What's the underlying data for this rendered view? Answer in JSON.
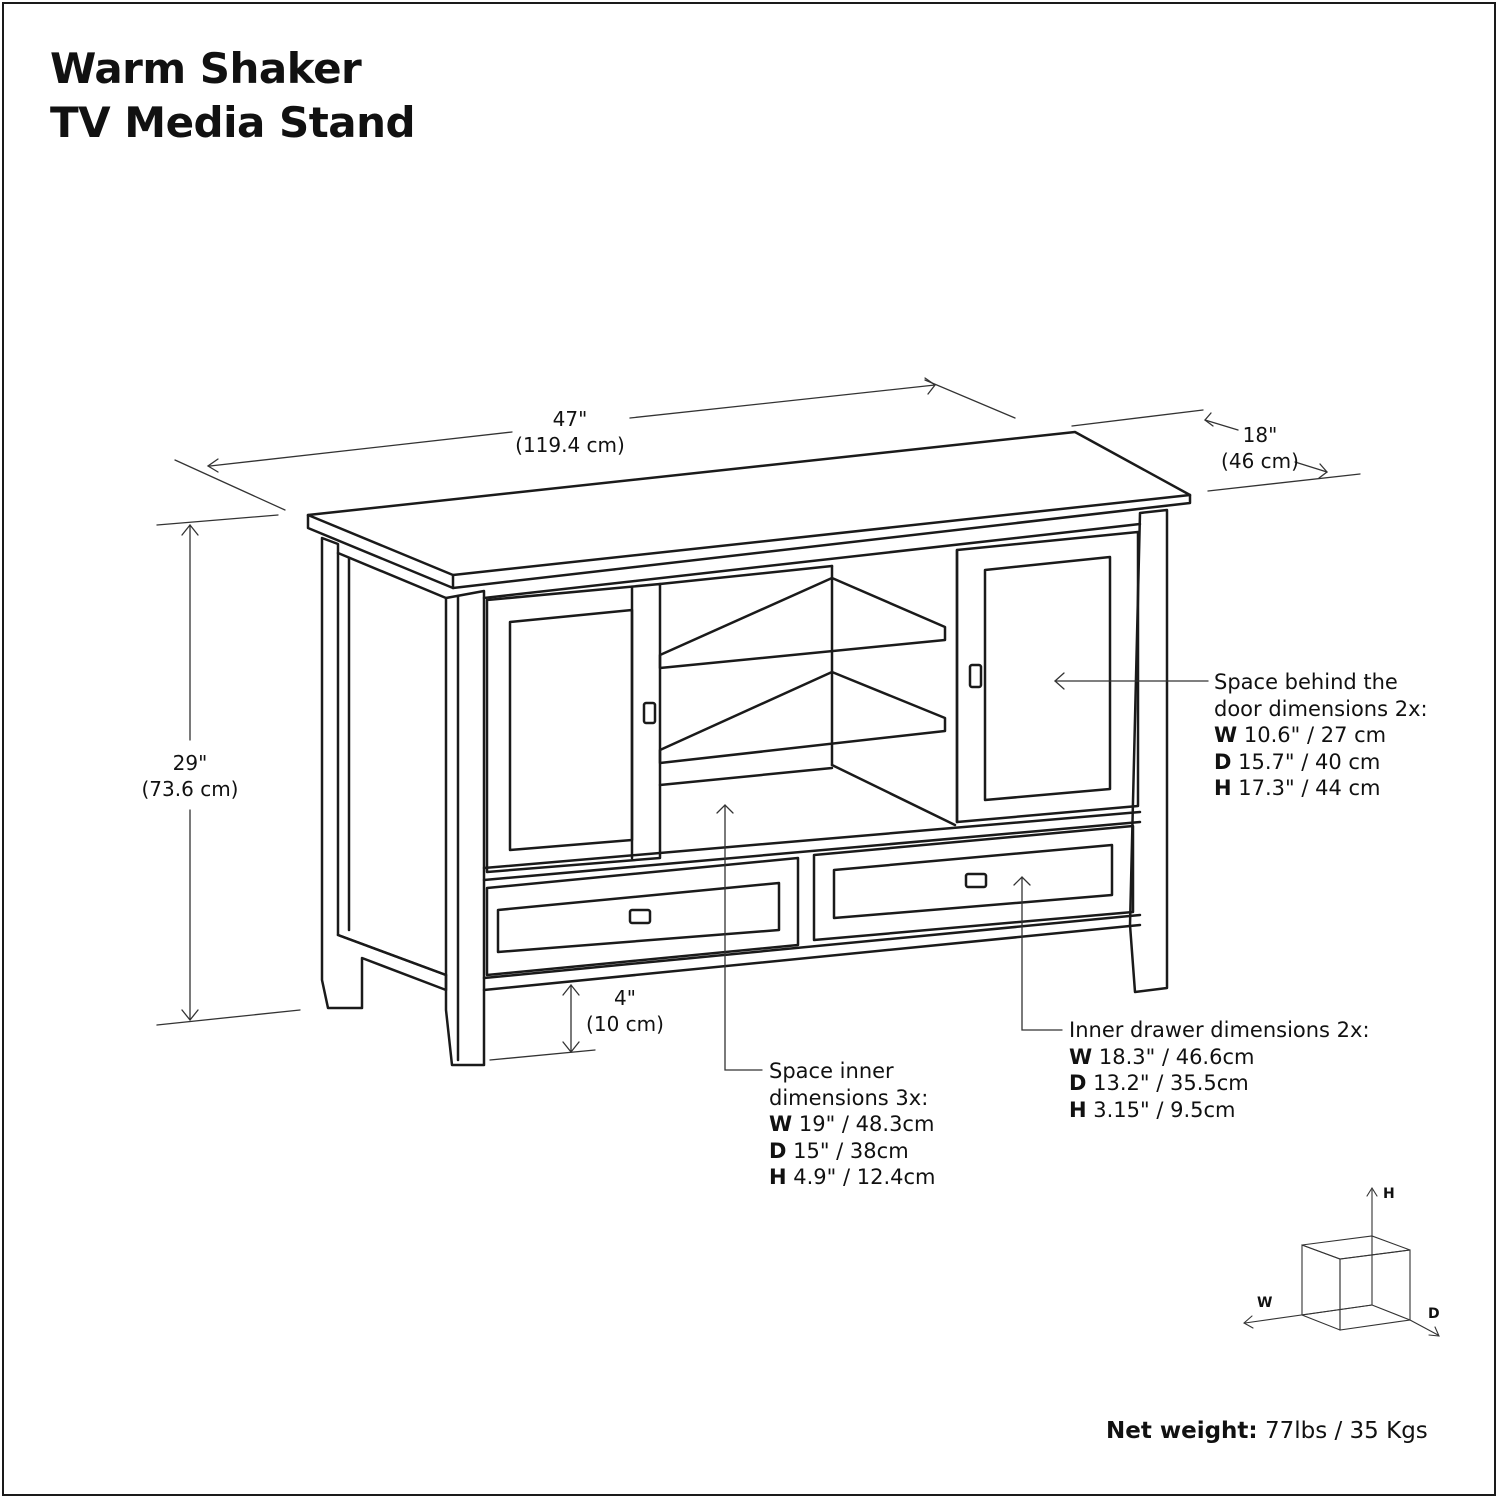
{
  "title": {
    "line1": "Warm Shaker",
    "line2": "TV Media Stand"
  },
  "dimensions": {
    "width": {
      "imperial": "47\"",
      "metric": "(119.4 cm)"
    },
    "depth": {
      "imperial": "18\"",
      "metric": "(46 cm)"
    },
    "height": {
      "imperial": "29\"",
      "metric": "(73.6 cm)"
    },
    "clearance": {
      "imperial": "4\"",
      "metric": "(10 cm)"
    }
  },
  "notes": {
    "door_space": {
      "line1": "Space behind the",
      "line2": "door dimensions 2x:",
      "w_key": "W",
      "w_val": "10.6\" / 27 cm",
      "d_key": "D",
      "d_val": "15.7\" / 40 cm",
      "h_key": "H",
      "h_val": "17.3\" / 44 cm"
    },
    "inner_space": {
      "line1": "Space inner",
      "line2": "dimensions 3x:",
      "w_key": "W",
      "w_val": "19\" / 48.3cm",
      "d_key": "D",
      "d_val": "15\" / 38cm",
      "h_key": "H",
      "h_val": "4.9\" / 12.4cm"
    },
    "drawer": {
      "line1": "Inner drawer dimensions 2x:",
      "w_key": "W",
      "w_val": "18.3\" / 46.6cm",
      "d_key": "D",
      "d_val": "13.2\" / 35.5cm",
      "h_key": "H",
      "h_val": "3.15\" / 9.5cm"
    }
  },
  "net_weight": {
    "label": "Net weight:",
    "value": "77lbs / 35 Kgs"
  },
  "axes_legend": {
    "h": "H",
    "w": "W",
    "d": "D"
  }
}
